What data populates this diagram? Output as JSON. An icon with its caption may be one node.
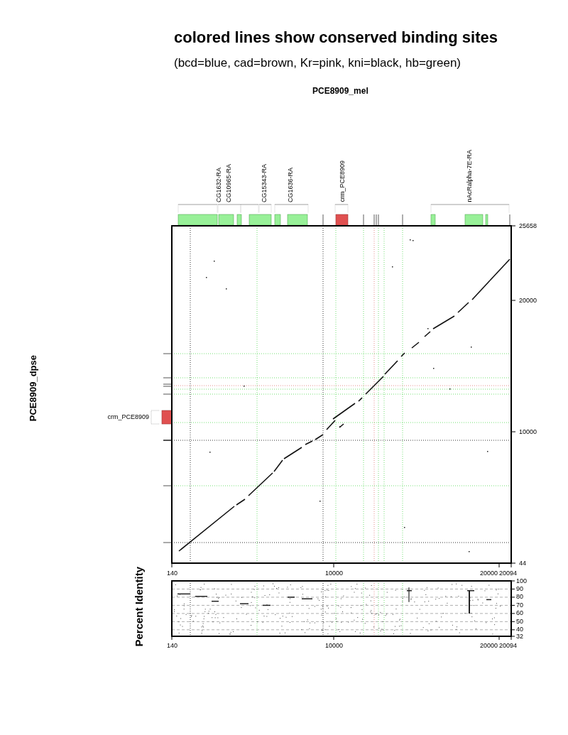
{
  "diagram": {
    "title": "colored lines show conserved binding sites",
    "labels": [
      "(bcd=blue, cad=brown, Kr=pink, kni=black, hb=green)",
      "PCE8909_mel",
      "CG1632-RA",
      "CG10965-RA",
      "CG15343-RA",
      "CG1636-RA",
      "crm_PCE8909",
      "nAcRalpha-7E-RA",
      "25658",
      "20000",
      "PCE8909_dpse",
      "crm_PCE8909",
      "10000",
      "44",
      "140",
      "10000",
      "20000",
      "20094",
      "Percent Identity",
      "100",
      "90",
      "80",
      "70",
      "60",
      "50",
      "40",
      "32",
      "140",
      "10000",
      "20000",
      "20094"
    ]
  }
}
